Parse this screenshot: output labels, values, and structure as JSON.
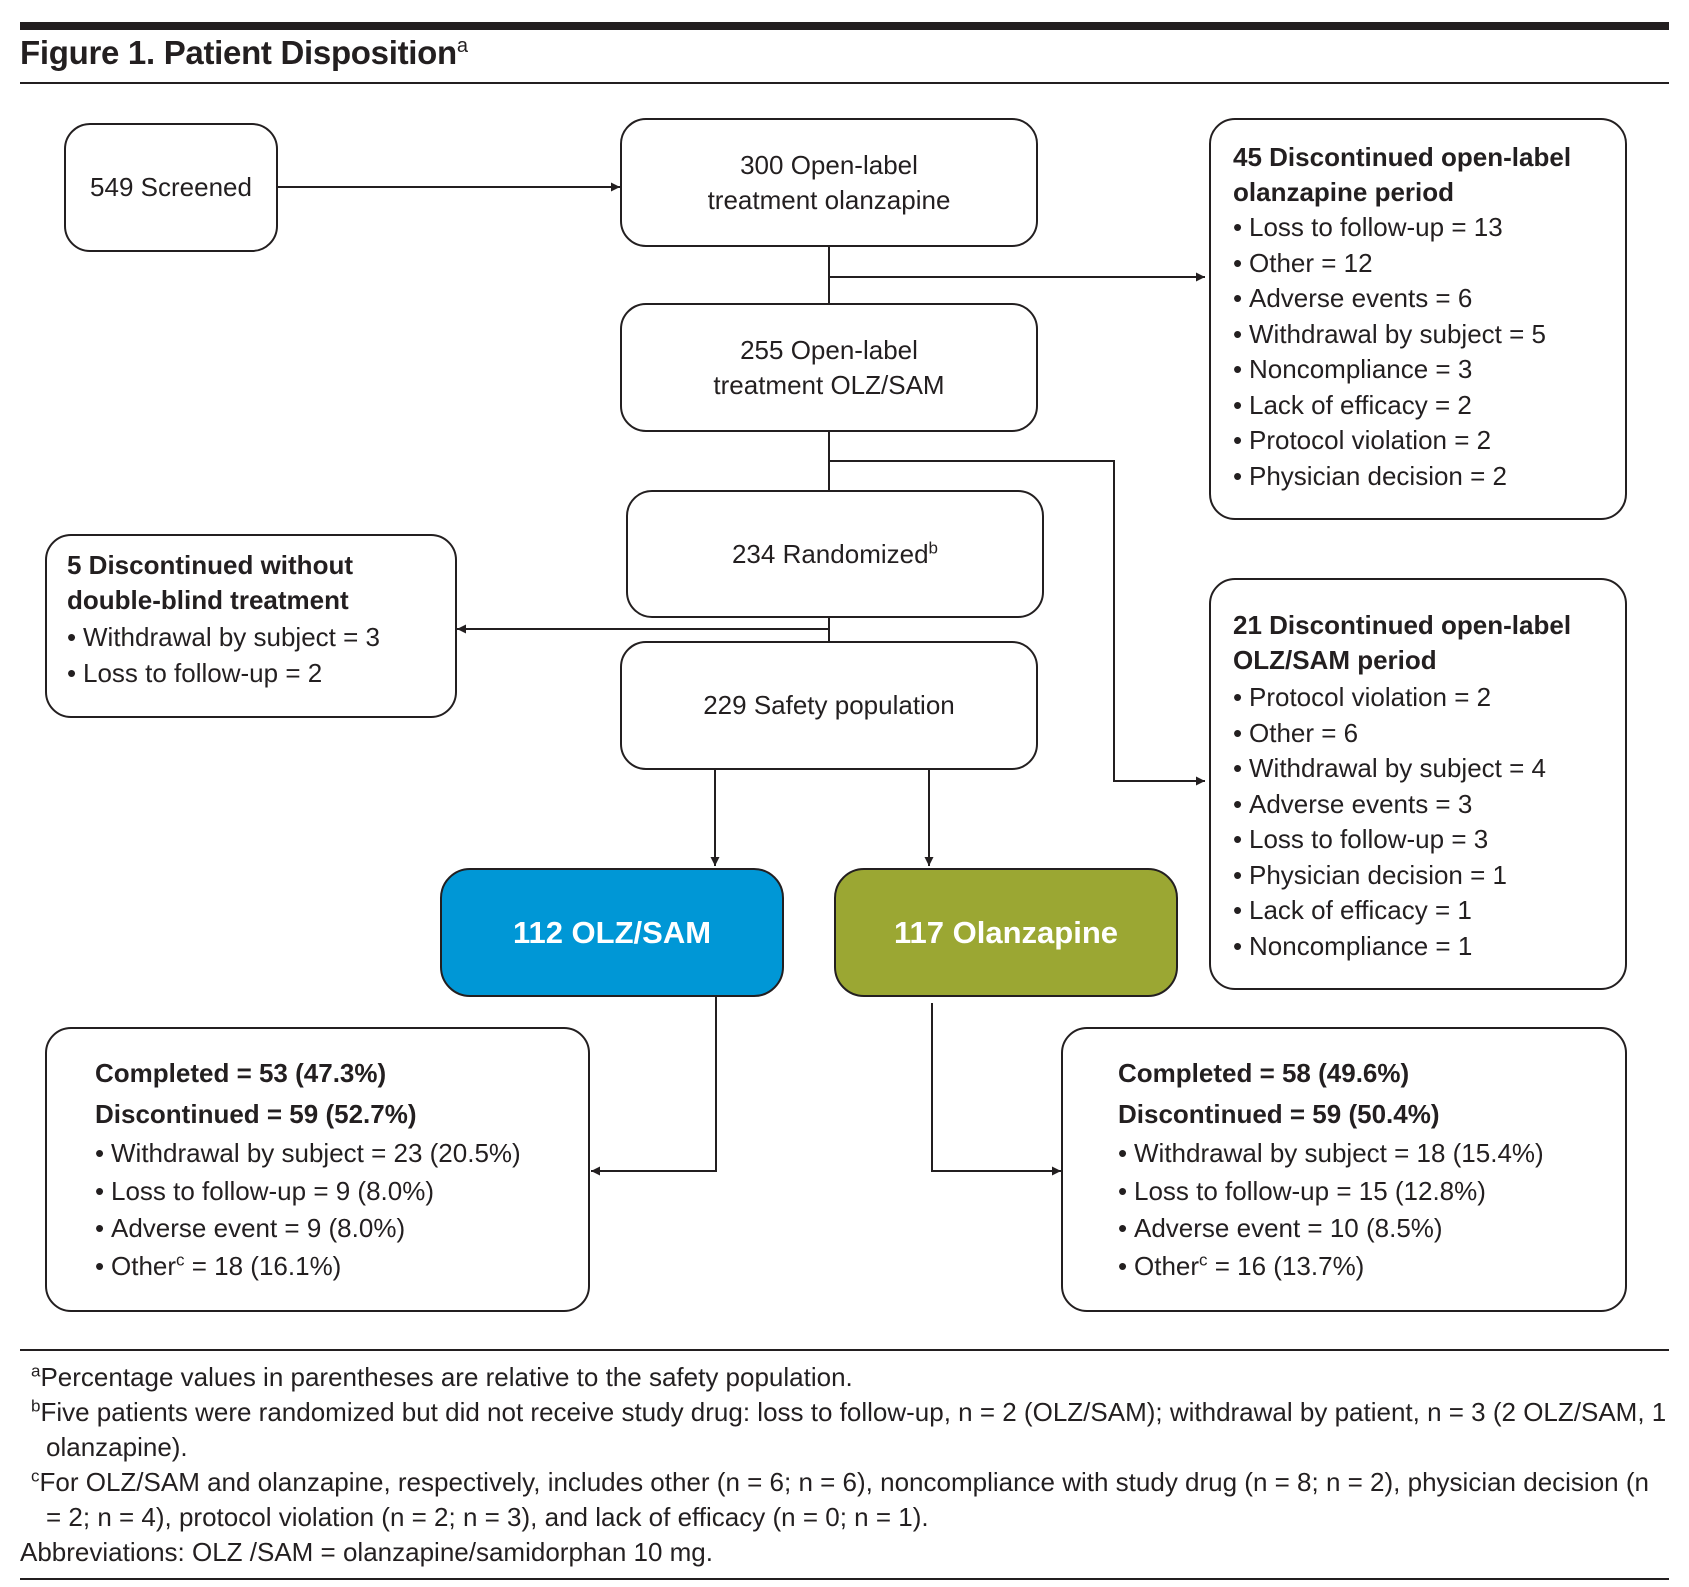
{
  "figure": {
    "title": "Figure 1. Patient Disposition",
    "title_sup": "a"
  },
  "flow": {
    "screened": "549 Screened",
    "open_label_olz_line1": "300 Open-label",
    "open_label_olz_line2": "treatment olanzapine",
    "open_label_olzsam_line1": "255 Open-label",
    "open_label_olzsam_line2": "treatment OLZ/SAM",
    "randomized": "234 Randomized",
    "randomized_sup": "b",
    "safety": "229 Safety population",
    "arm_olzsam": "112 OLZ/SAM",
    "arm_olanzapine": "117 Olanzapine"
  },
  "disc_olz": {
    "heading1": "45 Discontinued open-label",
    "heading2": "olanzapine period",
    "items": [
      "Loss to follow-up = 13",
      "Other = 12",
      "Adverse events = 6",
      "Withdrawal by subject = 5",
      "Noncompliance = 3",
      "Lack of efficacy = 2",
      "Protocol violation = 2",
      "Physician decision = 2"
    ]
  },
  "disc_without": {
    "heading1": "5 Discontinued without",
    "heading2": "double-blind treatment",
    "items": [
      "Withdrawal by subject = 3",
      "Loss to follow-up = 2"
    ]
  },
  "disc_olzsam": {
    "heading1": "21 Discontinued open-label",
    "heading2": "OLZ/SAM period",
    "items": [
      "Protocol violation = 2",
      "Other = 6",
      "Withdrawal by subject = 4",
      "Adverse events = 3",
      "Loss to follow-up = 3",
      "Physician decision = 1",
      "Lack of efficacy = 1",
      "Noncompliance = 1"
    ]
  },
  "outcome_olzsam": {
    "completed": "Completed = 53 (47.3%)",
    "discontinued": "Discontinued = 59 (52.7%)",
    "item1": "Withdrawal by subject = 23 (20.5%)",
    "item2": "Loss to follow-up = 9 (8.0%)",
    "item3": "Adverse event = 9 (8.0%)",
    "item4_label": "Other",
    "item4_sup": "c",
    "item4_value": " = 18 (16.1%)"
  },
  "outcome_olanzapine": {
    "completed": "Completed = 58 (49.6%)",
    "discontinued": "Discontinued = 59 (50.4%)",
    "item1": "Withdrawal by subject = 18 (15.4%)",
    "item2": "Loss to follow-up = 15 (12.8%)",
    "item3": "Adverse event = 10 (8.5%)",
    "item4_label": "Other",
    "item4_sup": "c",
    "item4_value": " = 16 (13.7%)"
  },
  "footnotes": {
    "a_mark": "a",
    "a_text": "Percentage values in parentheses are relative to the safety population.",
    "b_mark": "b",
    "b_text": "Five patients were randomized but did not receive study drug: loss to follow-up, n = 2 (OLZ/SAM); withdrawal by patient, n = 3 (2 OLZ/SAM, 1 olanzapine).",
    "c_mark": "c",
    "c_text": "For OLZ/SAM and olanzapine, respectively, includes other (n = 6; n = 6), noncompliance with study drug (n = 8; n = 2), physician decision (n = 2; n = 4), protocol violation (n = 2; n = 3), and lack of efficacy (n = 0; n = 1).",
    "abbreviations": "Abbreviations: OLZ /SAM = olanzapine/samidorphan 10 mg."
  },
  "colors": {
    "olzsam_arm": "#0097d6",
    "olanzapine_arm": "#9ba733",
    "line": "#231f20"
  },
  "icons": [
    "arrow-right-icon",
    "arrow-left-icon",
    "arrow-down-icon"
  ]
}
